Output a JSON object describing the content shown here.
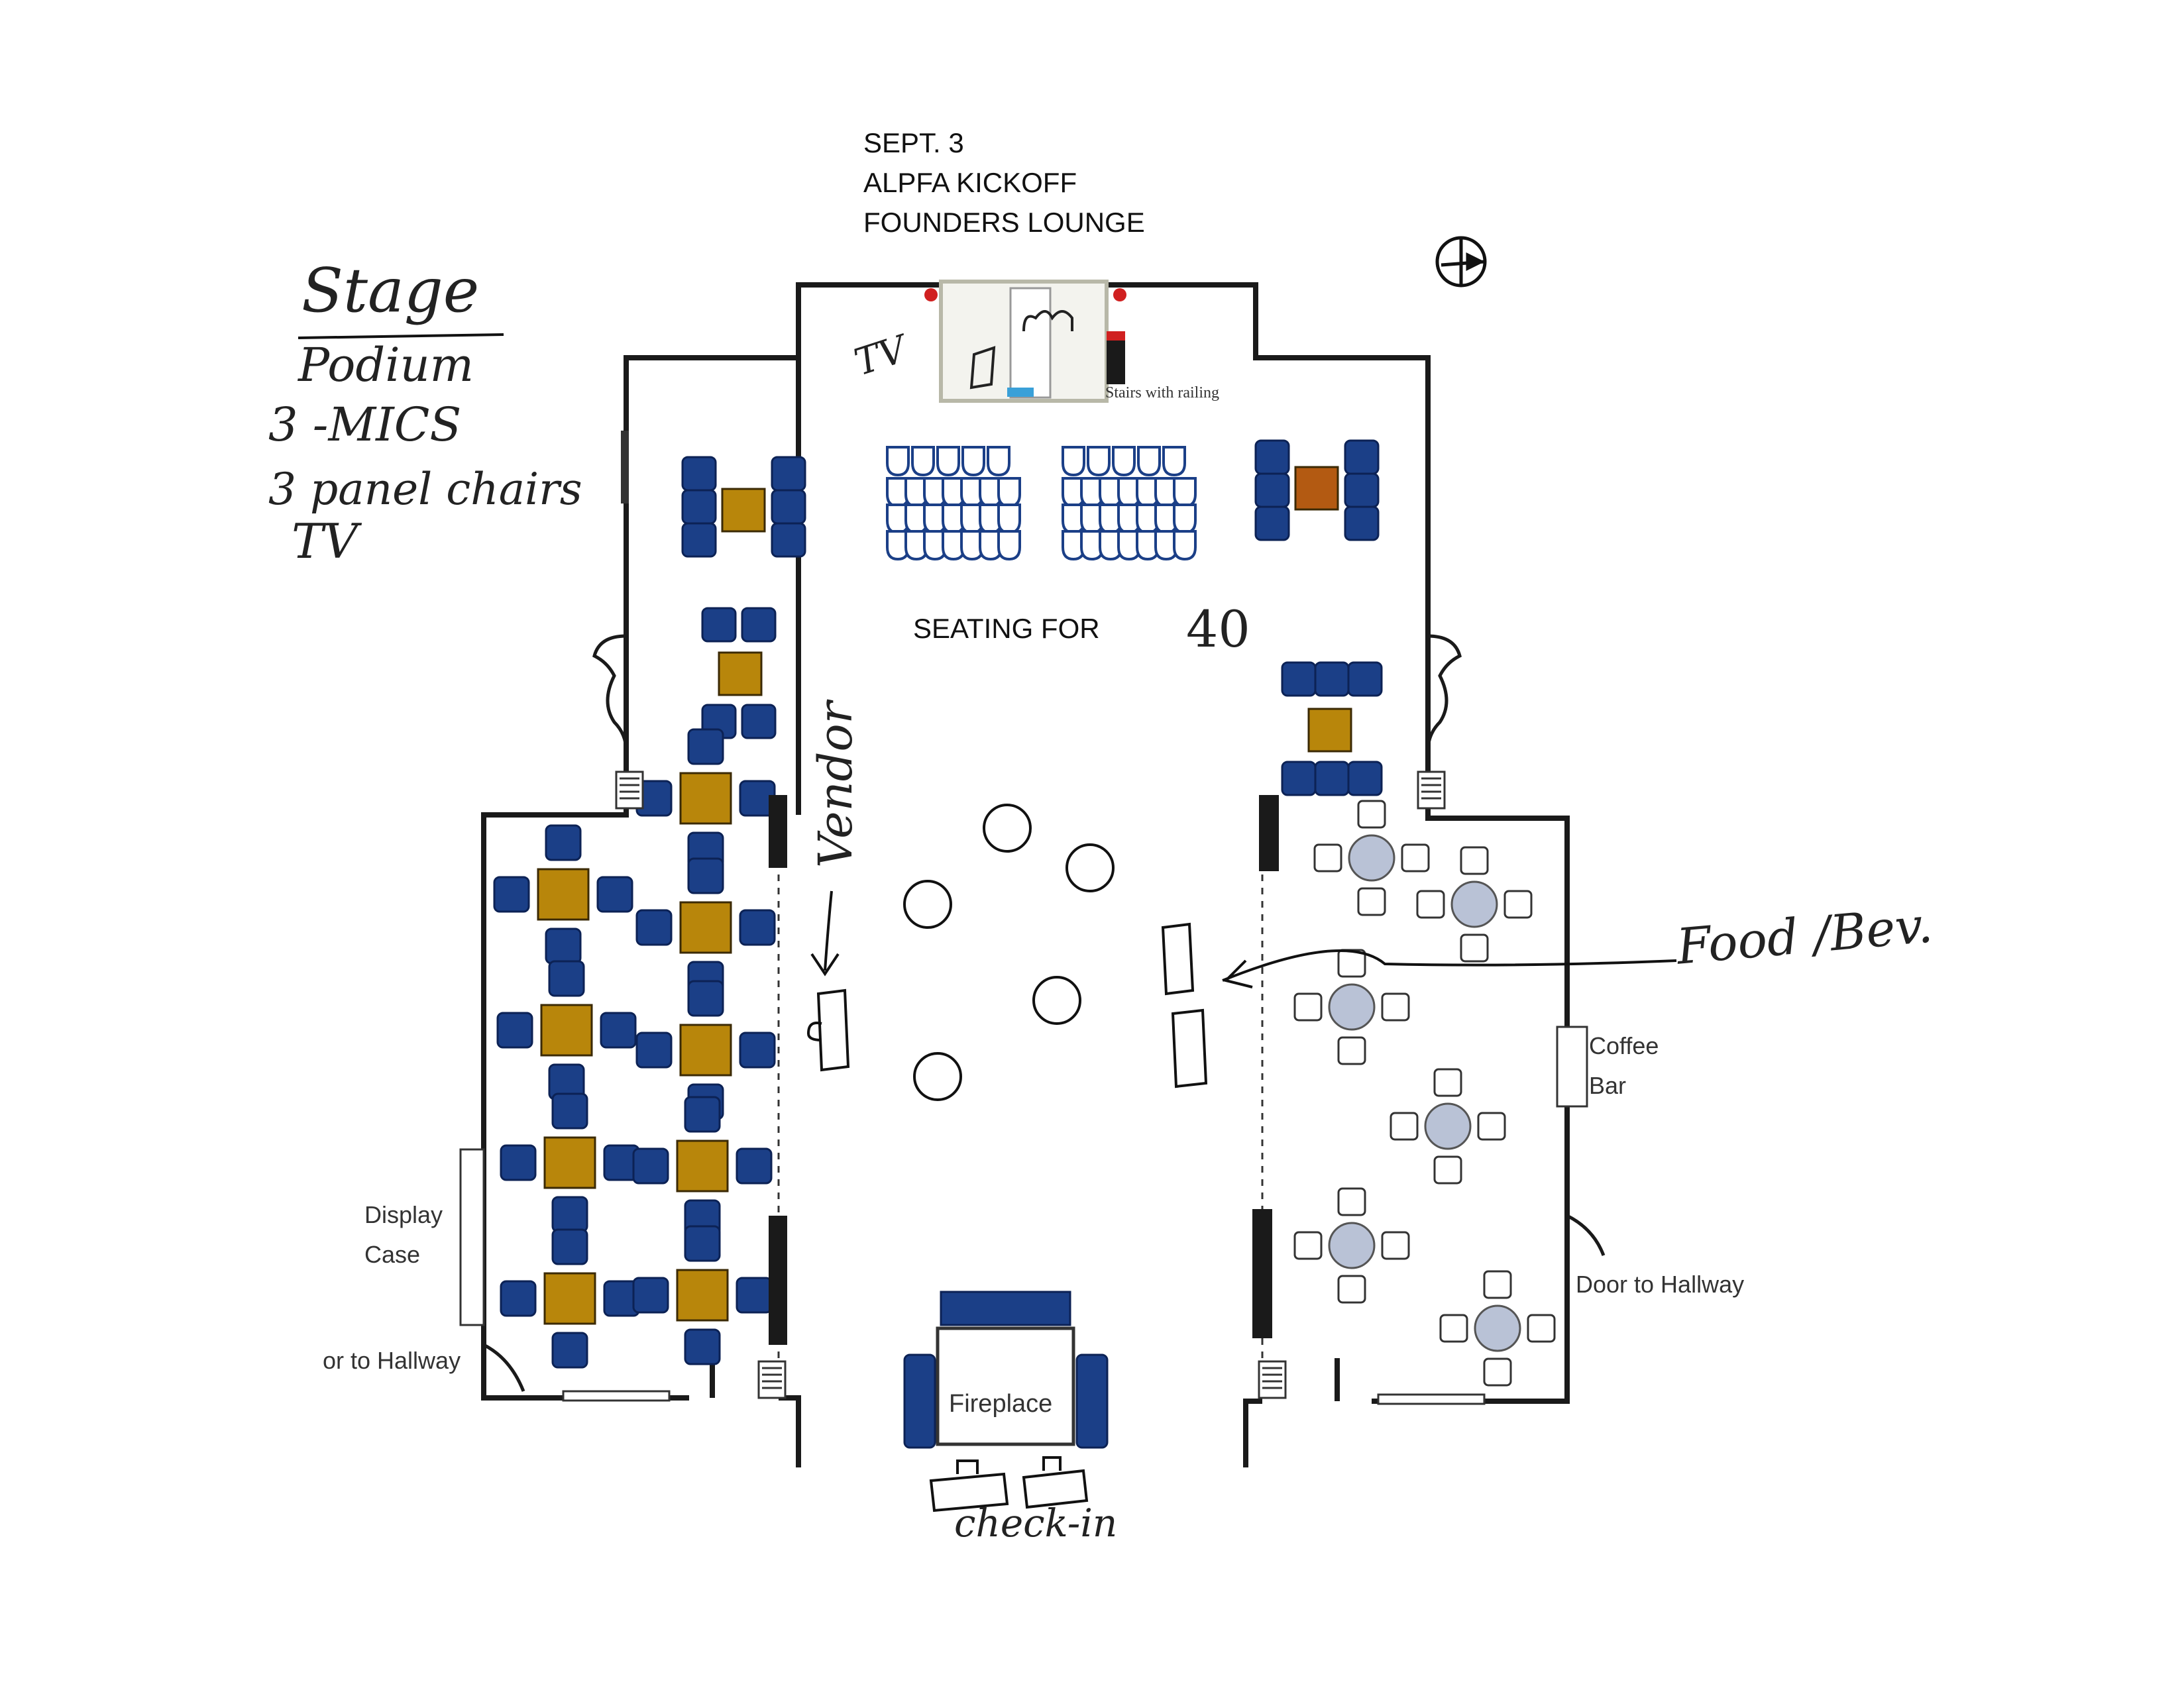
{
  "header": {
    "lines": [
      "SEPT. 3",
      "ALPFA KICKOFF",
      "FOUNDERS LOUNGE"
    ]
  },
  "notes": {
    "stage": "Stage",
    "items": [
      "Podium",
      "3 -MICS",
      "3 panel chairs",
      "TV"
    ]
  },
  "labels": {
    "stage_tv": "TV",
    "stairs": "Stairs with railing",
    "seating_for": "SEATING FOR",
    "seating_count": "40",
    "vendor": "Vendor",
    "food_bev": "Food /Bev.",
    "coffee_bar": [
      "Coffee",
      "Bar"
    ],
    "display_case": [
      "Display",
      "Case"
    ],
    "door_left": "or to Hallway",
    "door_right": "Door to Hallway",
    "fireplace": "Fireplace",
    "check_in": "check-in"
  },
  "colors": {
    "wall": "#1a1a1a",
    "chair": "#1b3f87",
    "chair_dark": "#0c2255",
    "table": "#b8860b",
    "table_dark_orange": "#b35a12",
    "round_table": "#b9c2d6",
    "ink": "#222222"
  },
  "icons": [
    "compass-icon"
  ]
}
